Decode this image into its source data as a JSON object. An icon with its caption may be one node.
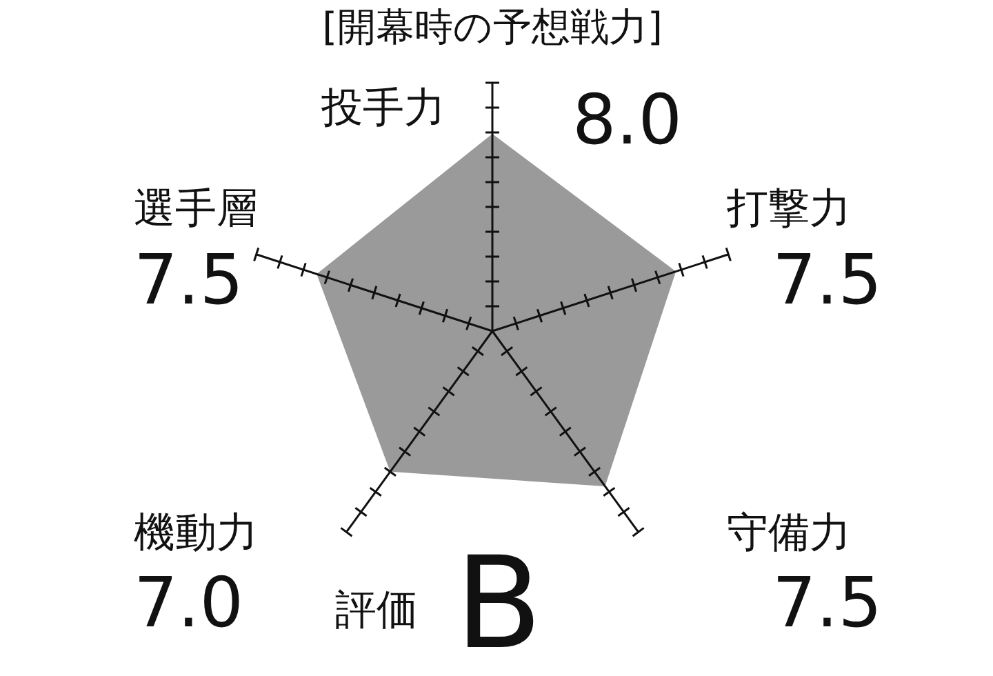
{
  "diagram": {
    "title": "[開幕時の予想戦力]",
    "labels": [
      "投手力",
      "8.0",
      "選手層",
      "打撃力",
      "7.5",
      "7.5",
      "機動力",
      "守備力",
      "7.0",
      "評価",
      "B",
      "7.5"
    ]
  }
}
